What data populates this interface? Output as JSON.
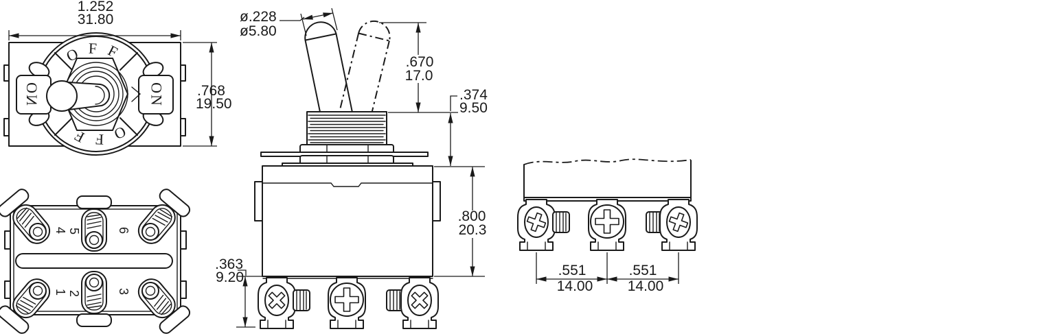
{
  "drawing": {
    "kind": "toggle-switch dimensional drawing",
    "ink_color": "#1a1a1a",
    "background": "#ffffff"
  },
  "top_view": {
    "width": {
      "in": "1.252",
      "mm": "31.80"
    },
    "height": {
      "in": ".768",
      "mm": "19.50"
    },
    "labels": {
      "top": "OFF",
      "bottom": "OFF",
      "left": "ON",
      "right": "ON"
    }
  },
  "side_view": {
    "lever_diameter": {
      "in": "ø.228",
      "mm": "ø5.80"
    },
    "lever_height": {
      "in": ".670",
      "mm": "17.0"
    },
    "bushing_height": {
      "in": ".374",
      "mm": "9.50"
    },
    "body_height": {
      "in": ".800",
      "mm": "20.3"
    },
    "terminal_height": {
      "in": ".363",
      "mm": "9.20"
    }
  },
  "bottom_view": {
    "terminals": {
      "top_row": [
        "4",
        "5",
        "6"
      ],
      "bottom_row": [
        "1",
        "2",
        "3"
      ]
    }
  },
  "spacing_view": {
    "pitch_a": {
      "in": ".551",
      "mm": "14.00"
    },
    "pitch_b": {
      "in": ".551",
      "mm": "14.00"
    }
  }
}
